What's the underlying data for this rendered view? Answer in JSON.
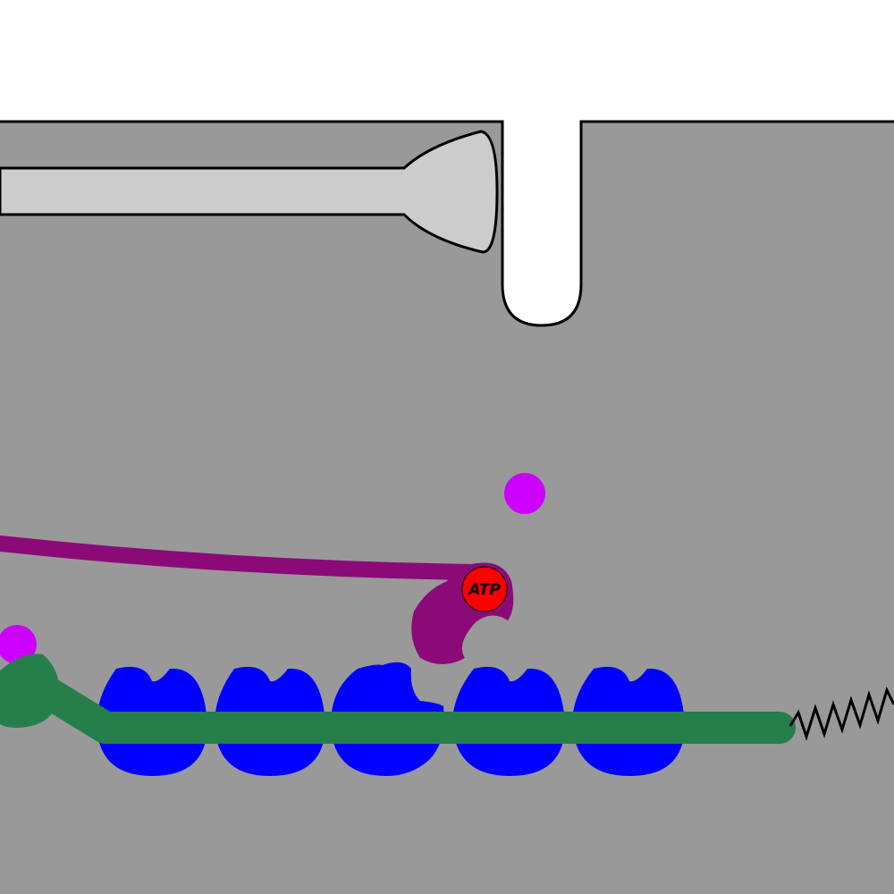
{
  "atp_label": "ATP",
  "colors": {
    "background": "#ffffff",
    "cytoplasm": "#999999",
    "t_tubule_and_membrane_outline": "#000000",
    "fiber": "#cccccc",
    "myosin": "#8b0a78",
    "atp": "#ff0000",
    "calcium_ion": "#cc00ff",
    "actin_monomer": "#0000ff",
    "tropomyosin_troponin": "#267f4a",
    "spring": "#000000"
  },
  "icons": {
    "atp": "red-circle",
    "calcium_ion": "magenta-circle",
    "actin_monomer": "blue-bilobed-blob",
    "spring": "zigzag-line"
  }
}
